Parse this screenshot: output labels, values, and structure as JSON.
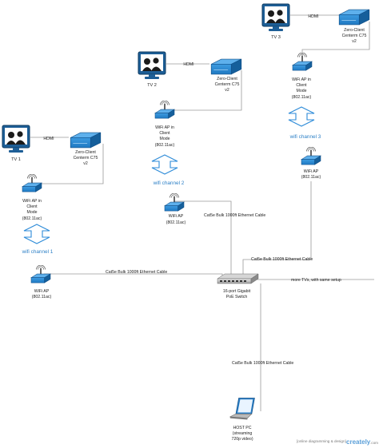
{
  "tv_units": [
    {
      "tv": "TV 3",
      "cable": "HDMI",
      "client": [
        "Zero-Client",
        "Centerm C75",
        "v2"
      ],
      "ap": [
        "WiFi AP in",
        "Client",
        "Mode",
        "(802.11ac)"
      ]
    },
    {
      "tv": "TV 2",
      "cable": "HDMI",
      "client": [
        "Zero-Client",
        "Centerm C75",
        "v2"
      ],
      "ap": [
        "WiFi AP in",
        "Client",
        "Mode",
        "(802.11ac)"
      ]
    },
    {
      "tv": "TV 1",
      "cable": "HDMI",
      "client": [
        "Zero-Client",
        "Centerm C75",
        "v2"
      ],
      "ap": [
        "WiFi AP in",
        "Client",
        "Mode",
        "(802.11ac)"
      ]
    }
  ],
  "channels": [
    "wifi channel 3",
    "wifi channel 2",
    "wifi channel 1"
  ],
  "base_aps": [
    [
      "WiFi AP",
      "(802.11ac)"
    ],
    [
      "WiFi AP",
      "(802.11ac)"
    ],
    [
      "WiFi AP",
      "(802.11ac)"
    ]
  ],
  "ethernet_label": "Cat5e Bulk 1000ft Ethernet Cable",
  "switch_label": [
    "16-port Gigabit",
    "PoE Switch"
  ],
  "more_tvs": "more TVs, with same setup",
  "host_pc": [
    "HOST PC",
    "(streaming",
    "720p video)"
  ],
  "footer": {
    "note": "[online diagramming & design]",
    "brand": "creately",
    "brand_suffix": ".com"
  },
  "colors": {
    "device_blue": "#1f79c2",
    "device_dark": "#0f4e87",
    "arrow_blue": "#2b8ad8",
    "link_gray": "#9a9a9a",
    "label_blue": "#2b7fc6"
  }
}
